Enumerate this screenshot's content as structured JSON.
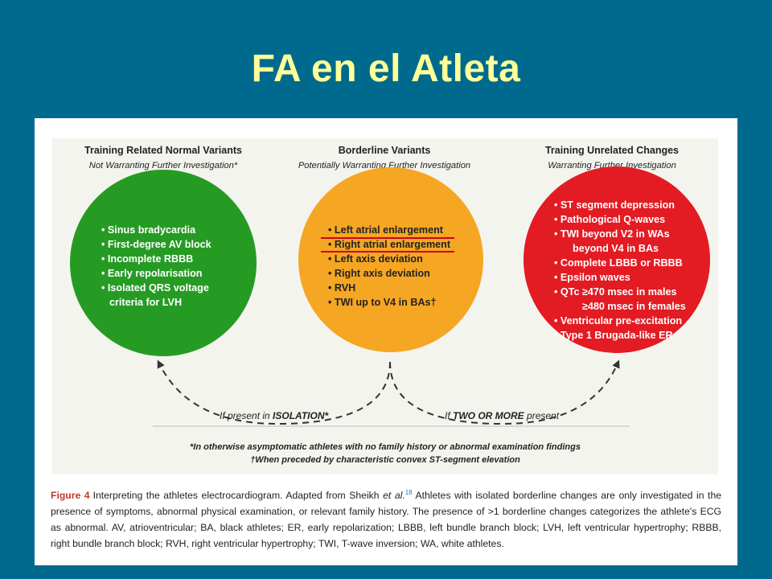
{
  "slide": {
    "title": "FA en el Atleta"
  },
  "columns": [
    {
      "heading": "Training Related Normal Variants",
      "subheading": "Not Warranting Further Investigation*",
      "color": "#259b24",
      "items": [
        "• Sinus bradycardia",
        "• First-degree AV block",
        "• Incomplete RBBB",
        "• Early repolarisation",
        "• Isolated QRS voltage",
        "criteria for LVH"
      ]
    },
    {
      "heading": "Borderline Variants",
      "subheading": "Potentially Warranting Further Investigation",
      "color": "#f5a623",
      "items": [
        "• Left atrial enlargement",
        "• Right atrial enlargement",
        "• Left axis deviation",
        "• Right axis deviation",
        "• RVH",
        "• TWI up to V4 in BAs†"
      ]
    },
    {
      "heading": "Training Unrelated Changes",
      "subheading": "Warranting Further Investigation",
      "color": "#e31b23",
      "items": [
        "• ST segment depression",
        "• Pathological Q-waves",
        "• TWI beyond V2 in WAs",
        "beyond V4 in BAs",
        "• Complete LBBB or RBBB",
        "• Epsilon waves",
        "• QTc ≥470 msec in males",
        "≥480 msec in females",
        "• Ventricular pre-excitation",
        "• Type 1 Brugada-like ER"
      ]
    }
  ],
  "arrows": {
    "left_label_prefix": "If present in ",
    "left_label_emph": "ISOLATION*",
    "right_label_prefix": "If ",
    "right_label_emph": "TWO OR MORE",
    "right_label_suffix": " present"
  },
  "footnotes": [
    "*In otherwise asymptomatic athletes with no family history or abnormal examination findings",
    "†When preceded by characteristic convex ST-segment elevation"
  ],
  "caption": {
    "label": "Figure 4",
    "text_1": "Interpreting the athletes electrocardiogram. Adapted from Sheikh ",
    "et_al": "et al.",
    "ref": "18",
    "text_2": " Athletes with isolated borderline changes are only investigated in the presence of symptoms, abnormal physical examination, or relevant family history. The presence of >1 borderline changes categorizes the athlete's ECG as abnormal. AV, atrioventricular; BA, black athletes; ER, early repolarization; LBBB, left bundle branch block; LVH, left ventricular hypertrophy; RBBB, right bundle branch block; RVH, right ventricular hypertrophy; TWI, T-wave inversion; WA, white athletes."
  },
  "colors": {
    "background": "#006a8e",
    "title": "#ffff99",
    "highlight_underline": "#d0021b"
  }
}
